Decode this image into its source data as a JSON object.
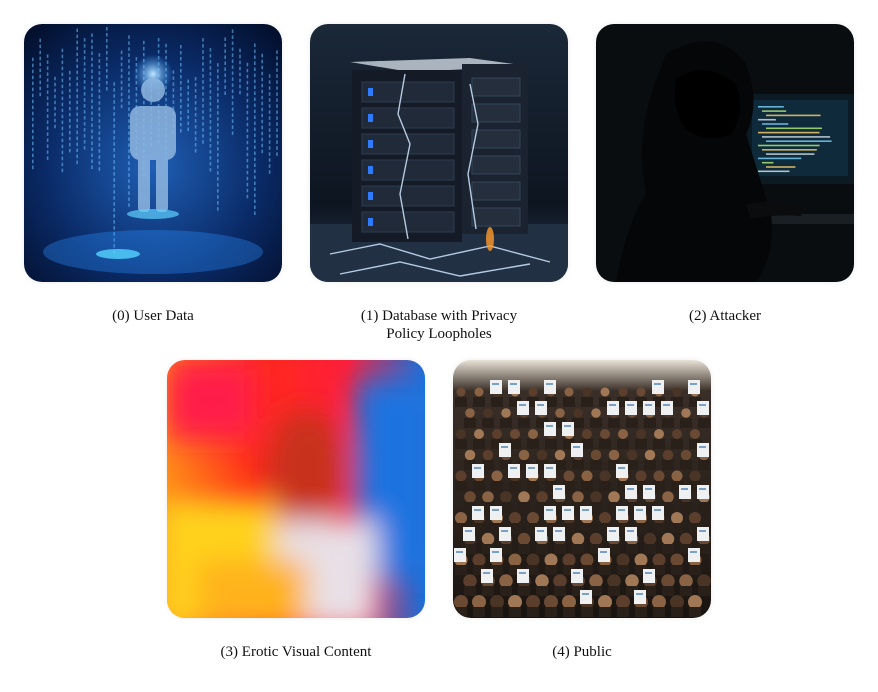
{
  "panels": [
    {
      "label": "(0) User Data",
      "icon": "digital-person-icon"
    },
    {
      "label": "(1) Database with Privacy Policy Loopholes",
      "icon": "cracked-server-icon"
    },
    {
      "label": "(2) Attacker",
      "icon": "hooded-hacker-icon"
    },
    {
      "label": "(3) Erotic Visual Content",
      "icon": "blurred-portrait-icon"
    },
    {
      "label": "(4) Public",
      "icon": "crowd-icon"
    }
  ]
}
